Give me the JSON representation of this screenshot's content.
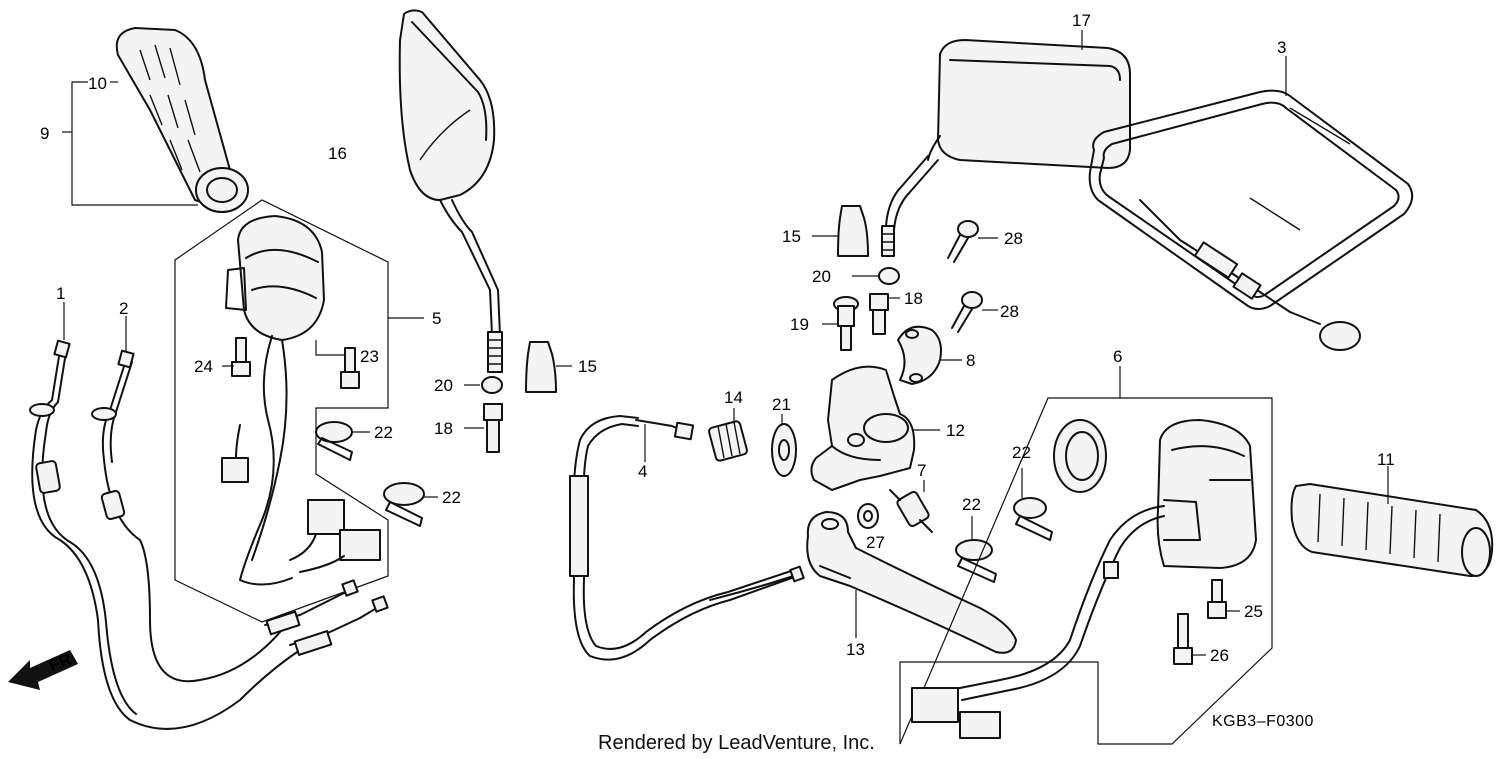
{
  "diagram": {
    "callouts": [
      "1",
      "2",
      "3",
      "4",
      "5",
      "6",
      "7",
      "8",
      "9",
      "10",
      "11",
      "12",
      "13",
      "14",
      "15",
      "15",
      "16",
      "17",
      "18",
      "18",
      "19",
      "20",
      "20",
      "21",
      "22",
      "22",
      "22",
      "22",
      "23",
      "24",
      "25",
      "26",
      "27",
      "28",
      "28"
    ],
    "direction_label": "FR.",
    "footer_text": "Rendered by LeadVenture, Inc.",
    "diagram_code": "KGB3–F0300"
  },
  "colors": {
    "ink": "#111111",
    "background": "#ffffff"
  }
}
